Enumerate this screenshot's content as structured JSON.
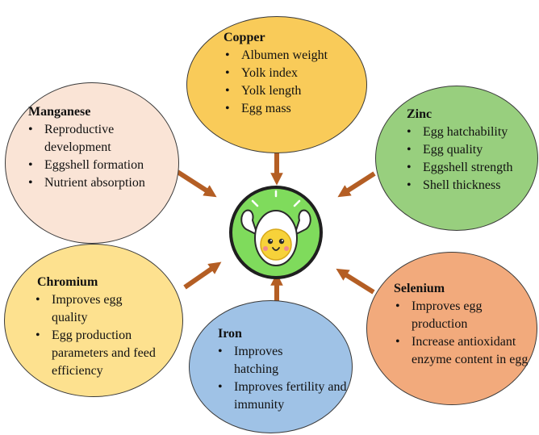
{
  "diagram": {
    "nodes": [
      {
        "id": "copper",
        "title": "Copper",
        "color": "#f9cb59",
        "items": [
          "Albumen weight",
          "Yolk index",
          "Yolk length",
          "Egg mass"
        ]
      },
      {
        "id": "zinc",
        "title": "Zinc",
        "color": "#98cf7e",
        "items": [
          "Egg hatchability",
          "Egg quality",
          "Eggshell strength",
          "Shell thickness"
        ]
      },
      {
        "id": "selenium",
        "title": "Selenium",
        "color": "#f2aa7c",
        "items": [
          "Improves egg production",
          "Increase antioxidant enzyme content in egg"
        ]
      },
      {
        "id": "iron",
        "title": "Iron",
        "color": "#9fc2e6",
        "items": [
          "Improves hatching",
          "Improves fertility and immunity"
        ]
      },
      {
        "id": "chromium",
        "title": "Chromium",
        "color": "#fde18f",
        "items": [
          "Improves egg quality",
          "Egg production parameters and feed efficiency"
        ]
      },
      {
        "id": "manganese",
        "title": "Manganese",
        "color": "#fae4d6",
        "items": [
          "Reproductive development",
          "Eggshell formation",
          "Nutrient absorption"
        ]
      }
    ],
    "center_icon": "egg-mascot-icon",
    "arrow_color": "#b45e24",
    "center_bg": "#7fdb5c"
  }
}
